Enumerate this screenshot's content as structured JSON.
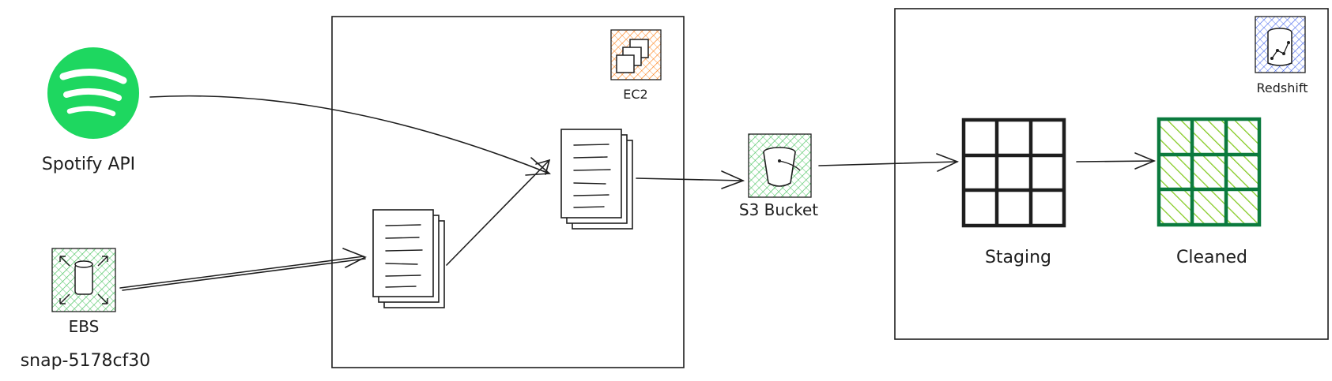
{
  "nodes": {
    "spotify": {
      "label": "Spotify API",
      "icon": "spotify-logo-icon",
      "color": "#1ed760"
    },
    "ebs": {
      "label": "EBS",
      "snapshot_id": "snap-5178cf30",
      "icon": "ebs-volume-icon",
      "color": "#40c057"
    },
    "ec2": {
      "label": "EC2",
      "icon": "ec2-instance-icon",
      "color": "#fd7e14"
    },
    "s3": {
      "label": "S3 Bucket",
      "icon": "s3-bucket-icon",
      "color": "#40c057"
    },
    "redshift": {
      "label": "Redshift",
      "icon": "redshift-cluster-icon",
      "color": "#4263eb"
    },
    "staging": {
      "label": "Staging",
      "icon": "staging-table-icon",
      "color": "#1e1e1e"
    },
    "cleaned": {
      "label": "Cleaned",
      "icon": "cleaned-table-icon",
      "color": "#0b7a3e",
      "fill": "#82c91e"
    }
  },
  "edges": [
    {
      "from": "spotify",
      "to": "ec2-output-docs"
    },
    {
      "from": "ebs",
      "to": "ec2-input-docs"
    },
    {
      "from": "ec2-input-docs",
      "to": "ec2-output-docs"
    },
    {
      "from": "ec2-output-docs",
      "to": "s3"
    },
    {
      "from": "s3",
      "to": "staging"
    },
    {
      "from": "staging",
      "to": "cleaned"
    }
  ]
}
